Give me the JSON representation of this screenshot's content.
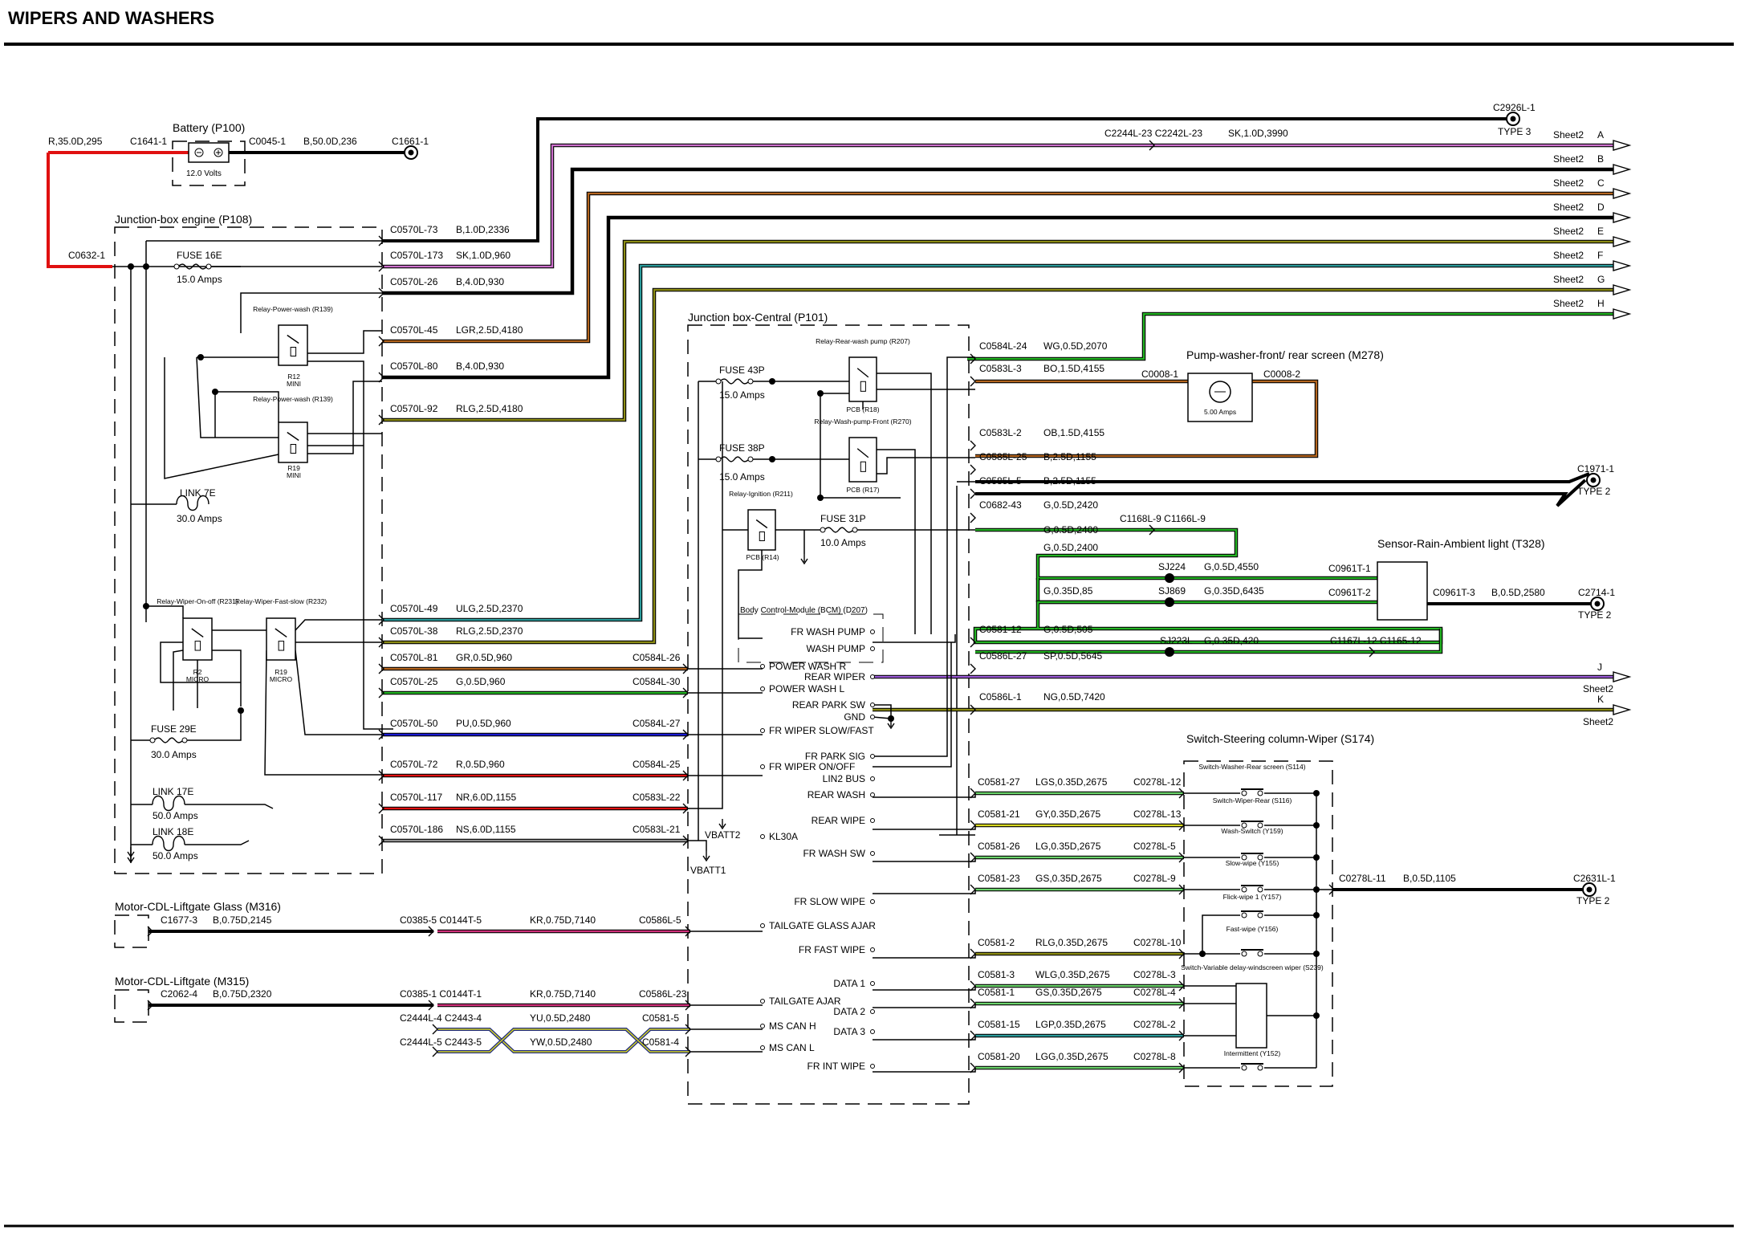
{
  "title": "WIPERS AND WASHERS",
  "colors": {
    "R": "#e01010",
    "PINK": "#cc6fcc",
    "BROWN": "#b4651e",
    "OLIVE": "#8c8c14",
    "TEAL": "#2a9a9a",
    "GREEN": "#23b523",
    "BLUE": "#1a1ad2",
    "PURPLE": "#9a5ad6",
    "LGREEN": "#6ad36a",
    "YELLOW": "#d8d820",
    "GRAY": "#909090",
    "NAVY": "#202a80"
  },
  "battery": {
    "label": "Battery (P100)",
    "voltage": "12.0 Volts",
    "wire_in": "R,35.0D,295",
    "conn_in": "C1641-1",
    "conn_out": "C0045-1",
    "wire_out": "B,50.0D,236",
    "ground": "C1661-1"
  },
  "junction_engine": {
    "label": "Junction-box engine (P108)",
    "entry": "C0632-1",
    "fuse_16e": {
      "name": "FUSE 16E",
      "rating": "15.0 Amps"
    },
    "link_7e": {
      "name": "LINK 7E",
      "rating": "30.0 Amps"
    },
    "fuse_29e": {
      "name": "FUSE 29E",
      "rating": "30.0 Amps"
    },
    "link_17e": {
      "name": "LINK 17E",
      "rating": "50.0 Amps"
    },
    "link_18e": {
      "name": "LINK 18E",
      "rating": "50.0 Amps"
    },
    "relay_pw1": {
      "name": "Relay-Power-wash (R139)",
      "id": "R12",
      "size": "MINI"
    },
    "relay_pw2": {
      "name": "Relay-Power-wash (R139)",
      "id": "R19",
      "size": "MINI"
    },
    "relay_onoff": {
      "name": "Relay-Wiper-On-off (R231)",
      "id": "R2",
      "size": "MICRO"
    },
    "relay_fast": {
      "name": "Relay-Wiper-Fast-slow (R232)",
      "id": "R19",
      "size": "MICRO"
    }
  },
  "junction_central": {
    "label": "Junction box-Central (P101)",
    "fuse_43p": {
      "name": "FUSE 43P",
      "rating": "15.0 Amps"
    },
    "fuse_38p": {
      "name": "FUSE 38P",
      "rating": "15.0 Amps"
    },
    "fuse_31p": {
      "name": "FUSE 31P",
      "rating": "10.0 Amps"
    },
    "relay_rear": {
      "name": "Relay-Rear-wash pump (R207)",
      "pcb": "PCB (R18)"
    },
    "relay_front": {
      "name": "Relay-Wash-pump-Front (R270)",
      "pcb": "PCB (R17)"
    },
    "relay_ign": {
      "name": "Relay-Ignition (R211)",
      "pcb": "PCB (R14)"
    },
    "vbatt1": "VBATT1",
    "vbatt2": "VBATT2"
  },
  "bcm": {
    "label": "Body Control-Module (BCM) (D207)",
    "pins": [
      "FR WASH PUMP",
      "WASH PUMP",
      "POWER WASH R",
      "REAR WIPER",
      "POWER WASH L",
      "REAR PARK SW",
      "GND",
      "FR WIPER SLOW/FAST",
      "FR PARK SIG",
      "FR WIPER ON/OFF",
      "LIN2 BUS",
      "REAR WASH",
      "REAR WIPE",
      "KL30A",
      "FR WASH SW",
      "FR SLOW WIPE",
      "TAILGATE GLASS AJAR",
      "FR FAST WIPE",
      "DATA 1",
      "TAILGATE AJAR",
      "DATA 2",
      "MS CAN H",
      "DATA 3",
      "MS CAN L",
      "FR INT WIPE"
    ]
  },
  "sheet_refs": [
    {
      "label": "Sheet2",
      "letter": "A"
    },
    {
      "label": "Sheet2",
      "letter": "B"
    },
    {
      "label": "Sheet2",
      "letter": "C"
    },
    {
      "label": "Sheet2",
      "letter": "D"
    },
    {
      "label": "Sheet2",
      "letter": "E"
    },
    {
      "label": "Sheet2",
      "letter": "F"
    },
    {
      "label": "Sheet2",
      "letter": "G"
    },
    {
      "label": "Sheet2",
      "letter": "H"
    },
    {
      "label": "Sheet2",
      "letter": "J"
    },
    {
      "label": "Sheet2",
      "letter": "K"
    }
  ],
  "engine_wires": [
    {
      "conn": "C0570L-73",
      "wire": "B,1.0D,2336"
    },
    {
      "conn": "C0570L-173",
      "wire": "SK,1.0D,960"
    },
    {
      "conn": "C0570L-26",
      "wire": "B,4.0D,930"
    },
    {
      "conn": "C0570L-45",
      "wire": "LGR,2.5D,4180"
    },
    {
      "conn": "C0570L-80",
      "wire": "B,4.0D,930"
    },
    {
      "conn": "C0570L-92",
      "wire": "RLG,2.5D,4180"
    },
    {
      "conn": "C0570L-49",
      "wire": "ULG,2.5D,2370"
    },
    {
      "conn": "C0570L-38",
      "wire": "RLG,2.5D,2370"
    },
    {
      "conn": "C0570L-81",
      "wire": "GR,0.5D,960",
      "end": "C0584L-26"
    },
    {
      "conn": "C0570L-25",
      "wire": "G,0.5D,960",
      "end": "C0584L-30"
    },
    {
      "conn": "C0570L-50",
      "wire": "PU,0.5D,960",
      "end": "C0584L-27"
    },
    {
      "conn": "C0570L-72",
      "wire": "R,0.5D,960",
      "end": "C0584L-25"
    },
    {
      "conn": "C0570L-117",
      "wire": "NR,6.0D,1155",
      "end": "C0583L-22"
    },
    {
      "conn": "C0570L-186",
      "wire": "NS,6.0D,1155",
      "end": "C0583L-21"
    }
  ],
  "top_splice": {
    "conn": "C2244L-23 C2242L-23",
    "wire": "SK,1.0D,3990",
    "ground": "C2926L-1",
    "type": "TYPE 3"
  },
  "central_wires": [
    {
      "conn": "C0584L-24",
      "wire": "WG,0.5D,2070"
    },
    {
      "conn": "C0583L-3",
      "wire": "BO,1.5D,4155",
      "end": "C0008-1"
    },
    {
      "conn": "C0583L-2",
      "wire": "OB,1.5D,4155"
    },
    {
      "conn": "C0585L-25",
      "wire": "B,2.5D,1155"
    },
    {
      "conn": "C0585L-5",
      "wire": "B,2.5D,1155"
    },
    {
      "conn": "C0682-43",
      "wire": "G,0.5D,2420",
      "end": "C1168L-9 C1166L-9"
    },
    {
      "conn": "",
      "wire": "G,0.5D,2400"
    },
    {
      "conn": "C0581-12",
      "wire": "G,0.5D,505"
    },
    {
      "conn": "C0586L-27",
      "wire": "SP,0.5D,5645"
    },
    {
      "conn": "C0586L-1",
      "wire": "NG,0.5D,7420"
    }
  ],
  "pump": {
    "label": "Pump-washer-front/ rear screen (M278)",
    "rating": "5.00 Amps",
    "conn_out": "C0008-2"
  },
  "ground_c1971": {
    "conn": "C1971-1",
    "type": "TYPE 2"
  },
  "sensor": {
    "label": "Sensor-Rain-Ambient light (T328)",
    "pin1": "C0961T-1",
    "pin2": "C0961T-2",
    "pin3": "C0961T-3",
    "wire3": "B,0.5D,2580",
    "ground": "C2714-1",
    "type": "TYPE 2"
  },
  "splices": {
    "sj224": {
      "name": "SJ224",
      "wire": "G,0.5D,4550"
    },
    "sj869": {
      "name": "SJ869",
      "wire_l": "G,0.35D,85",
      "wire_r": "G,0.35D,6435"
    },
    "sj223l": {
      "name": "SJ223L",
      "wire": "G,0.35D,420",
      "end": "C1167L-12 C1165-12"
    }
  },
  "steering_switch": {
    "label": "Switch-Steering column-Wiper (S174)",
    "subs": [
      "Switch-Washer-Rear screen (S114)",
      "Switch-Wiper-Rear (S116)",
      "Wash-Switch (Y159)",
      "Slow-wipe (Y155)",
      "Flick-wipe 1 (Y157)",
      "Fast-wipe (Y156)",
      "Switch-Variable delay-windscreen wiper (S239)",
      "Intermittent (Y152)"
    ],
    "out_conn": "C0278L-11",
    "out_wire": "B,0.5D,1105",
    "ground": "C2631L-1",
    "type": "TYPE 2"
  },
  "switch_wires": [
    {
      "conn": "C0581-27",
      "wire": "LGS,0.35D,2675",
      "end": "C0278L-12"
    },
    {
      "conn": "C0581-21",
      "wire": "GY,0.35D,2675",
      "end": "C0278L-13"
    },
    {
      "conn": "C0581-26",
      "wire": "LG,0.35D,2675",
      "end": "C0278L-5"
    },
    {
      "conn": "C0581-23",
      "wire": "GS,0.35D,2675",
      "end": "C0278L-9"
    },
    {
      "conn": "C0581-2",
      "wire": "RLG,0.35D,2675",
      "end": "C0278L-10"
    },
    {
      "conn": "C0581-3",
      "wire": "WLG,0.35D,2675",
      "end": "C0278L-3"
    },
    {
      "conn": "C0581-1",
      "wire": "GS,0.35D,2675",
      "end": "C0278L-4"
    },
    {
      "conn": "C0581-15",
      "wire": "LGP,0.35D,2675",
      "end": "C0278L-2"
    },
    {
      "conn": "C0581-20",
      "wire": "LGG,0.35D,2675",
      "end": "C0278L-8"
    }
  ],
  "motor_glass": {
    "label": "Motor-CDL-Liftgate Glass (M316)",
    "conn": "C1677-3",
    "wire": "B,0.75D,2145",
    "mid": "C0385-5 C0144T-5",
    "wire2": "KR,0.75D,7140",
    "end": "C0586L-5"
  },
  "motor_liftgate": {
    "label": "Motor-CDL-Liftgate (M315)",
    "conn": "C2062-4",
    "wire": "B,0.75D,2320",
    "mid": "C0385-1 C0144T-1",
    "wire2": "KR,0.75D,7140",
    "end": "C0586L-23"
  },
  "can": {
    "h": {
      "conn": "C2444L-4 C2443-4",
      "wire": "YU,0.5D,2480",
      "end": "C0581-5"
    },
    "l": {
      "conn": "C2444L-5 C2443-5",
      "wire": "YW,0.5D,2480",
      "end": "C0581-4"
    }
  }
}
